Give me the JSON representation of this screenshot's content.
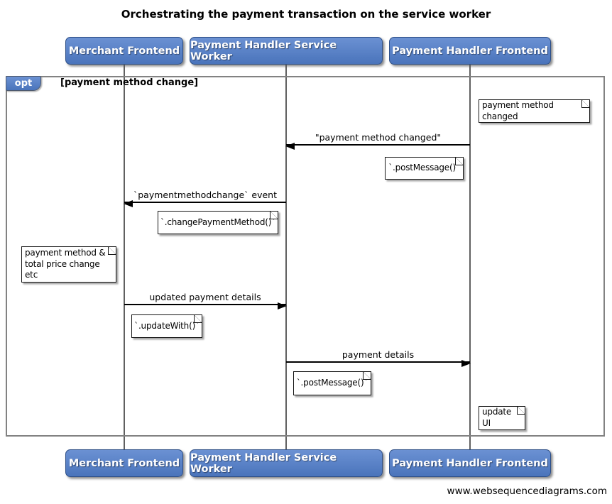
{
  "title": "Orchestrating the payment transaction on the service worker",
  "actors": [
    {
      "label": "Merchant Frontend"
    },
    {
      "label": "Payment Handler Service Worker"
    },
    {
      "label": "Payment Handler Frontend"
    }
  ],
  "fragment": {
    "operator": "opt",
    "condition": "[payment method change]"
  },
  "messages": [
    {
      "label": "\"payment method changed\"",
      "from": "Payment Handler Frontend",
      "to": "Payment Handler Service Worker"
    },
    {
      "label": "`paymentmethodchange` event",
      "from": "Payment Handler Service Worker",
      "to": "Merchant Frontend"
    },
    {
      "label": "updated payment details",
      "from": "Merchant Frontend",
      "to": "Payment Handler Service Worker"
    },
    {
      "label": "payment details",
      "from": "Payment Handler Service Worker",
      "to": "Payment Handler Frontend"
    }
  ],
  "notes": [
    {
      "text": "payment method changed",
      "position": "right of Payment Handler Frontend"
    },
    {
      "text": "`.postMessage()`",
      "position": "left of Payment Handler Frontend"
    },
    {
      "text": "`.changePaymentMethod()`",
      "position": "left of Payment Handler Service Worker"
    },
    {
      "text": "payment method &\ntotal price change etc",
      "position": "left of Merchant Frontend"
    },
    {
      "text": "`.updateWith()`",
      "position": "right of Merchant Frontend"
    },
    {
      "text": "`.postMessage()`",
      "position": "right of Payment Handler Service Worker"
    },
    {
      "text": "update UI",
      "position": "right of Payment Handler Frontend"
    }
  ],
  "watermark": "www.websequencediagrams.com",
  "colors": {
    "actor_fill": "#4a74bb",
    "actor_fill_light": "#6b91d3",
    "actor_border": "#2e4f86",
    "frame_border": "#828282",
    "lifeline": "#606060",
    "note_border": "#161616",
    "arrow": "#000000"
  }
}
